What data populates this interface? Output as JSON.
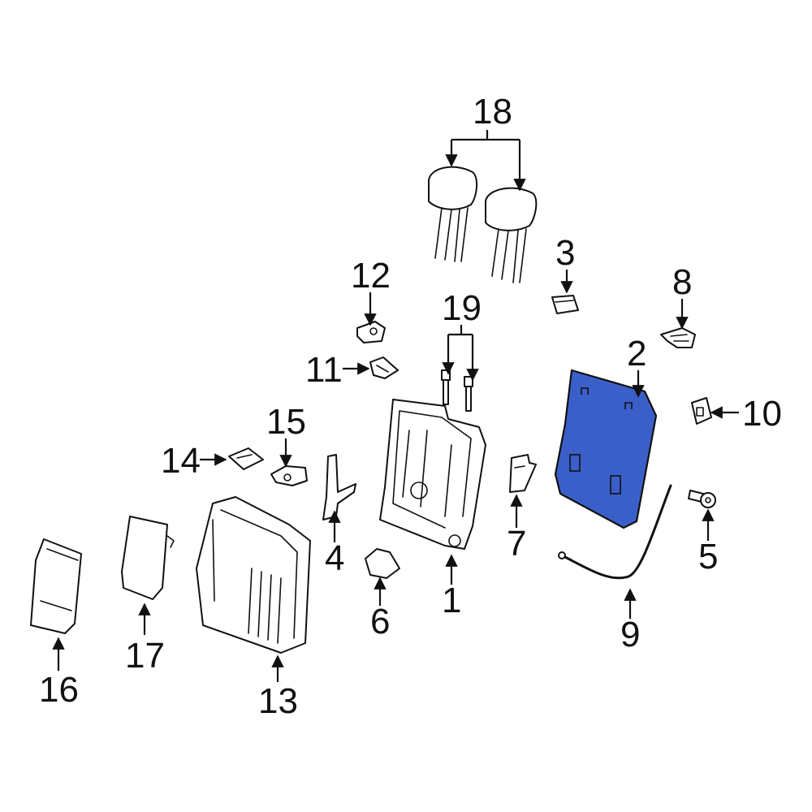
{
  "diagram": {
    "highlight_color": "#3b5fc9",
    "highlighted_part": "2",
    "callouts": [
      "1",
      "2",
      "3",
      "4",
      "5",
      "6",
      "7",
      "8",
      "9",
      "10",
      "11",
      "12",
      "13",
      "14",
      "15",
      "16",
      "17",
      "18",
      "19"
    ]
  }
}
